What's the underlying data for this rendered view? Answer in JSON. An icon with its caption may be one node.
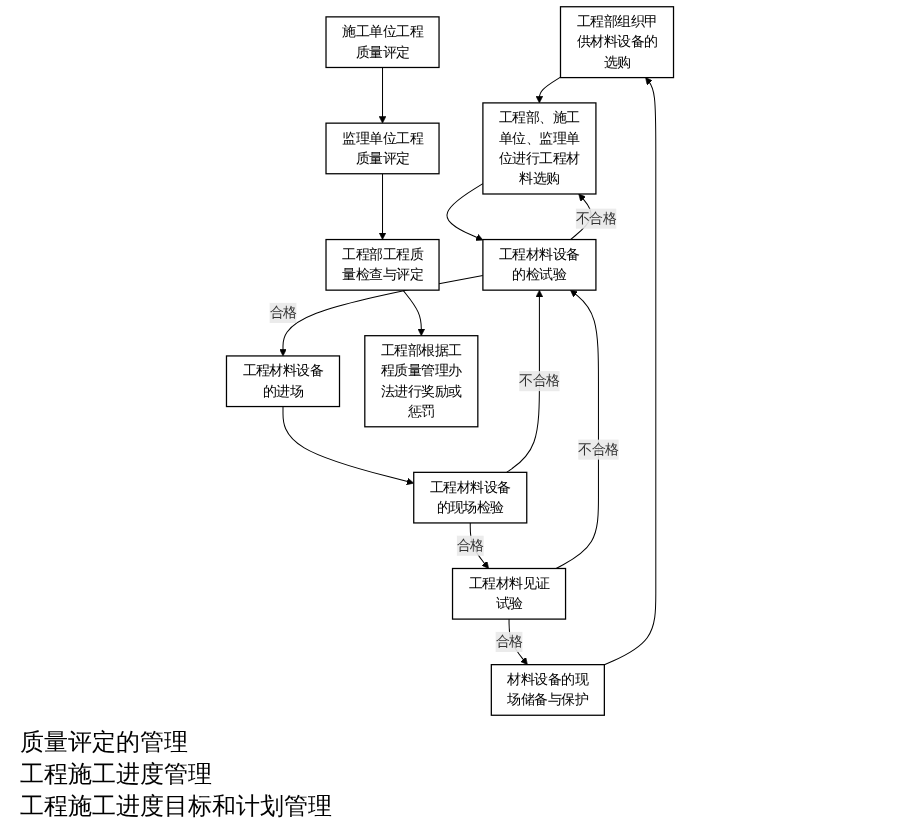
{
  "diagram": {
    "nodes": [
      {
        "text": [
          "工程部组织甲供材料设备的选购"
        ]
      },
      {
        "text": [
          "工程部、施工单位、监理单位进行工程材料选购"
        ]
      },
      {
        "text": [
          "工程材料设备的检试验"
        ]
      },
      {
        "text": [
          "工程材料设备的进场"
        ]
      },
      {
        "text": [
          "材料设备的现场储备与保护"
        ]
      },
      {
        "text": [
          "工程材料见证试验"
        ]
      },
      {
        "text": [
          "工程材料设备的现场检验"
        ]
      },
      {
        "text": [
          "施工单位工程质量评定"
        ]
      },
      {
        "text": [
          "监理单位工程质量评定"
        ]
      },
      {
        "text": [
          "工程部工程质量检查与评定"
        ]
      },
      {
        "text": [
          "工程部根据工程质量管理办法进行奖励或惩罚"
        ]
      }
    ],
    "edges": [
      {
        "from": 0,
        "to": 1,
        "arrow": "to"
      },
      {
        "from": 1,
        "to": 2,
        "arrow": "to"
      },
      {
        "from": 2,
        "to": 1,
        "arrow": "to",
        "label": "不合格"
      },
      {
        "from": 2,
        "to": 3,
        "arrow": "to",
        "label": "合格"
      },
      {
        "from": 3,
        "to": 6,
        "arrow": "to"
      },
      {
        "from": 6,
        "to": 5,
        "arrow": "to",
        "label": "合格"
      },
      {
        "from": 5,
        "to": 4,
        "arrow": "to",
        "label": "合格"
      },
      {
        "from": 4,
        "to": 0,
        "arrow": "to"
      },
      {
        "from": 5,
        "to": 2,
        "arrow": "to",
        "label": "不合格"
      },
      {
        "from": 6,
        "to": 2,
        "arrow": "to",
        "label": "不合格"
      },
      {
        "from": 7,
        "to": 8,
        "arrow": "to"
      },
      {
        "from": 8,
        "to": 9,
        "arrow": "to"
      },
      {
        "from": 9,
        "to": 10,
        "arrow": "to"
      }
    ],
    "labels": [
      "质量评定的管理",
      "工程施工进度管理",
      "工程施工进度目标和计划管理"
    ]
  }
}
